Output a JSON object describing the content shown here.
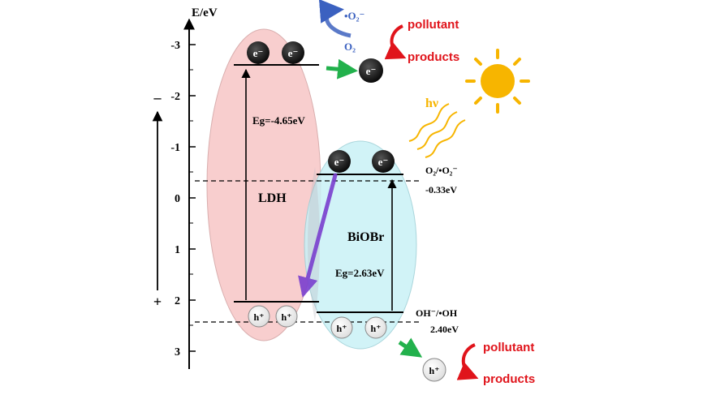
{
  "axis": {
    "label": "E/eV",
    "ticks": [
      "-3",
      "-2",
      "-1",
      "0",
      "1",
      "2",
      "3"
    ],
    "minus_sign": "–",
    "plus_sign": "+"
  },
  "ldh": {
    "name": "LDH",
    "eg": "Eg=-4.65eV",
    "electrons": [
      "e⁻",
      "e⁻"
    ],
    "holes": [
      "h⁺",
      "h⁺"
    ]
  },
  "biobr": {
    "name": "BiOBr",
    "eg": "Eg=2.63eV",
    "electrons": [
      "e⁻",
      "e⁻"
    ],
    "holes": [
      "h⁺",
      "h⁺"
    ]
  },
  "potentials": {
    "o2_couple": "O₂/•O₂⁻",
    "o2_value": "-0.33eV",
    "oh_couple": "OH⁻/•OH",
    "oh_value": "2.40eV"
  },
  "top_reaction": {
    "superoxide": "•O₂⁻",
    "oxygen": "O₂",
    "free_electron": "e⁻",
    "pollutant": "pollutant",
    "products": "products"
  },
  "light": {
    "label": "hν"
  },
  "bottom_reaction": {
    "free_hole": "h⁺",
    "pollutant": "pollutant",
    "products": "products"
  },
  "colors": {
    "ldh_fill": "#f8c9c9",
    "biobr_fill": "#c9f1f6",
    "red_text": "#e0141b",
    "blue_text": "#3b61c0",
    "sun": "#f7b500",
    "green_arrow": "#22b14c",
    "purple_arrow": "#7a3fcf"
  }
}
